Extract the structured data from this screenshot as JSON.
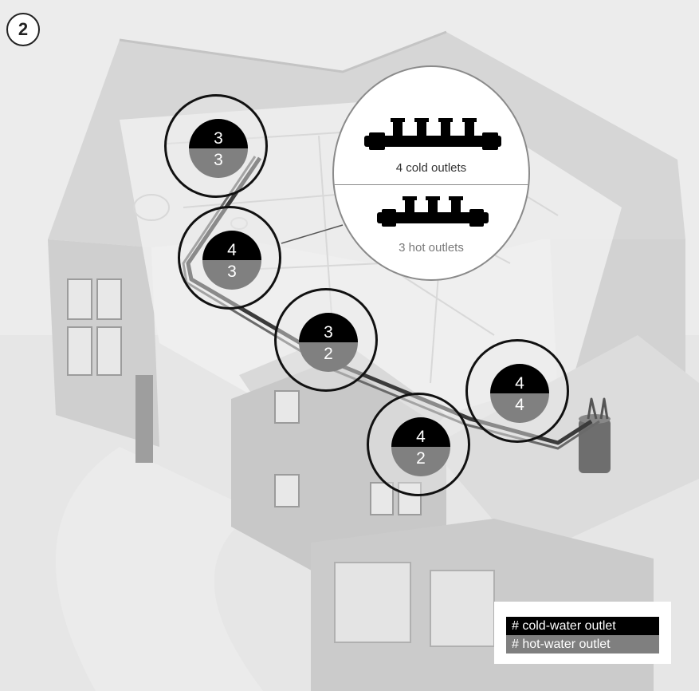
{
  "step_number": "2",
  "legend": {
    "cold_label": "# cold-water outlet",
    "hot_label": "# hot-water outlet"
  },
  "manifold_detail": {
    "cold_caption": "4 cold outlets",
    "hot_caption": "3 hot outlets"
  },
  "manifolds": [
    {
      "cold": "3",
      "hot": "3"
    },
    {
      "cold": "4",
      "hot": "3"
    },
    {
      "cold": "3",
      "hot": "2"
    },
    {
      "cold": "4",
      "hot": "4"
    },
    {
      "cold": "4",
      "hot": "2"
    }
  ],
  "colors": {
    "cold": "#000000",
    "hot": "#808080",
    "background": "#ececec"
  }
}
